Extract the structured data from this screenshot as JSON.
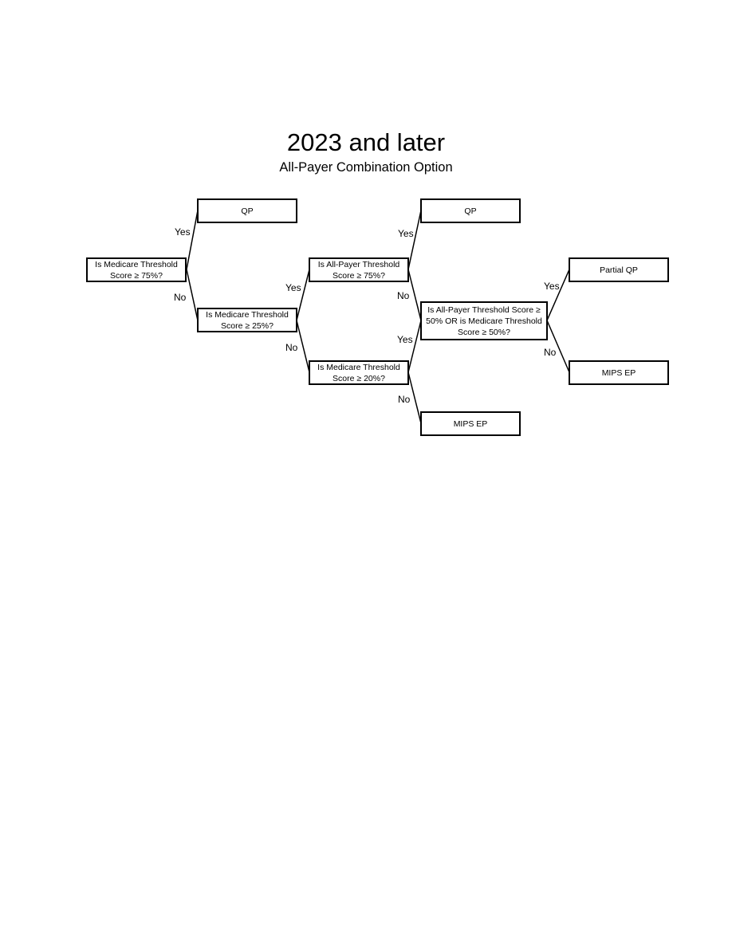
{
  "header": {
    "title": "2023 and later",
    "subtitle": "All-Payer Combination Option"
  },
  "nodes": {
    "n1": "Is Medicare Threshold Score ≥ 75%?",
    "n2": "QP",
    "n3": "Is Medicare Threshold Score ≥ 25%?",
    "n4": "Is All-Payer Threshold Score ≥ 75%?",
    "n5": "Is Medicare Threshold Score ≥ 20%?",
    "n6": "QP",
    "n7": "Is All-Payer Threshold Score ≥ 50% OR is Medicare Threshold Score ≥ 50%?",
    "n8": "MIPS EP",
    "n9": "Partial QP",
    "n10": "MIPS EP"
  },
  "edges": {
    "e1": "Yes",
    "e2": "No",
    "e3": "Yes",
    "e4": "No",
    "e5": "Yes",
    "e6": "No",
    "e7": "Yes",
    "e8": "No",
    "e9": "Yes",
    "e10": "No"
  }
}
